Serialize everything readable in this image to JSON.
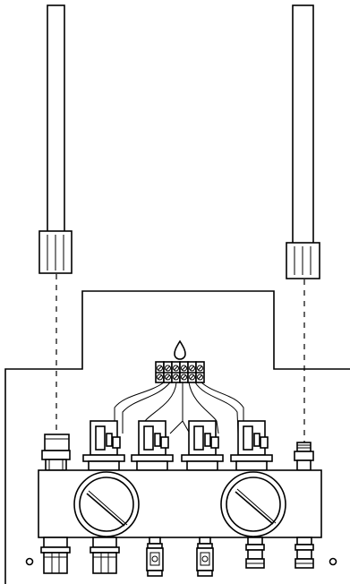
{
  "diagram": {
    "description_free": true,
    "hoses": 2,
    "sensors": 4,
    "gauges": 2,
    "bottom_ports": 6
  }
}
